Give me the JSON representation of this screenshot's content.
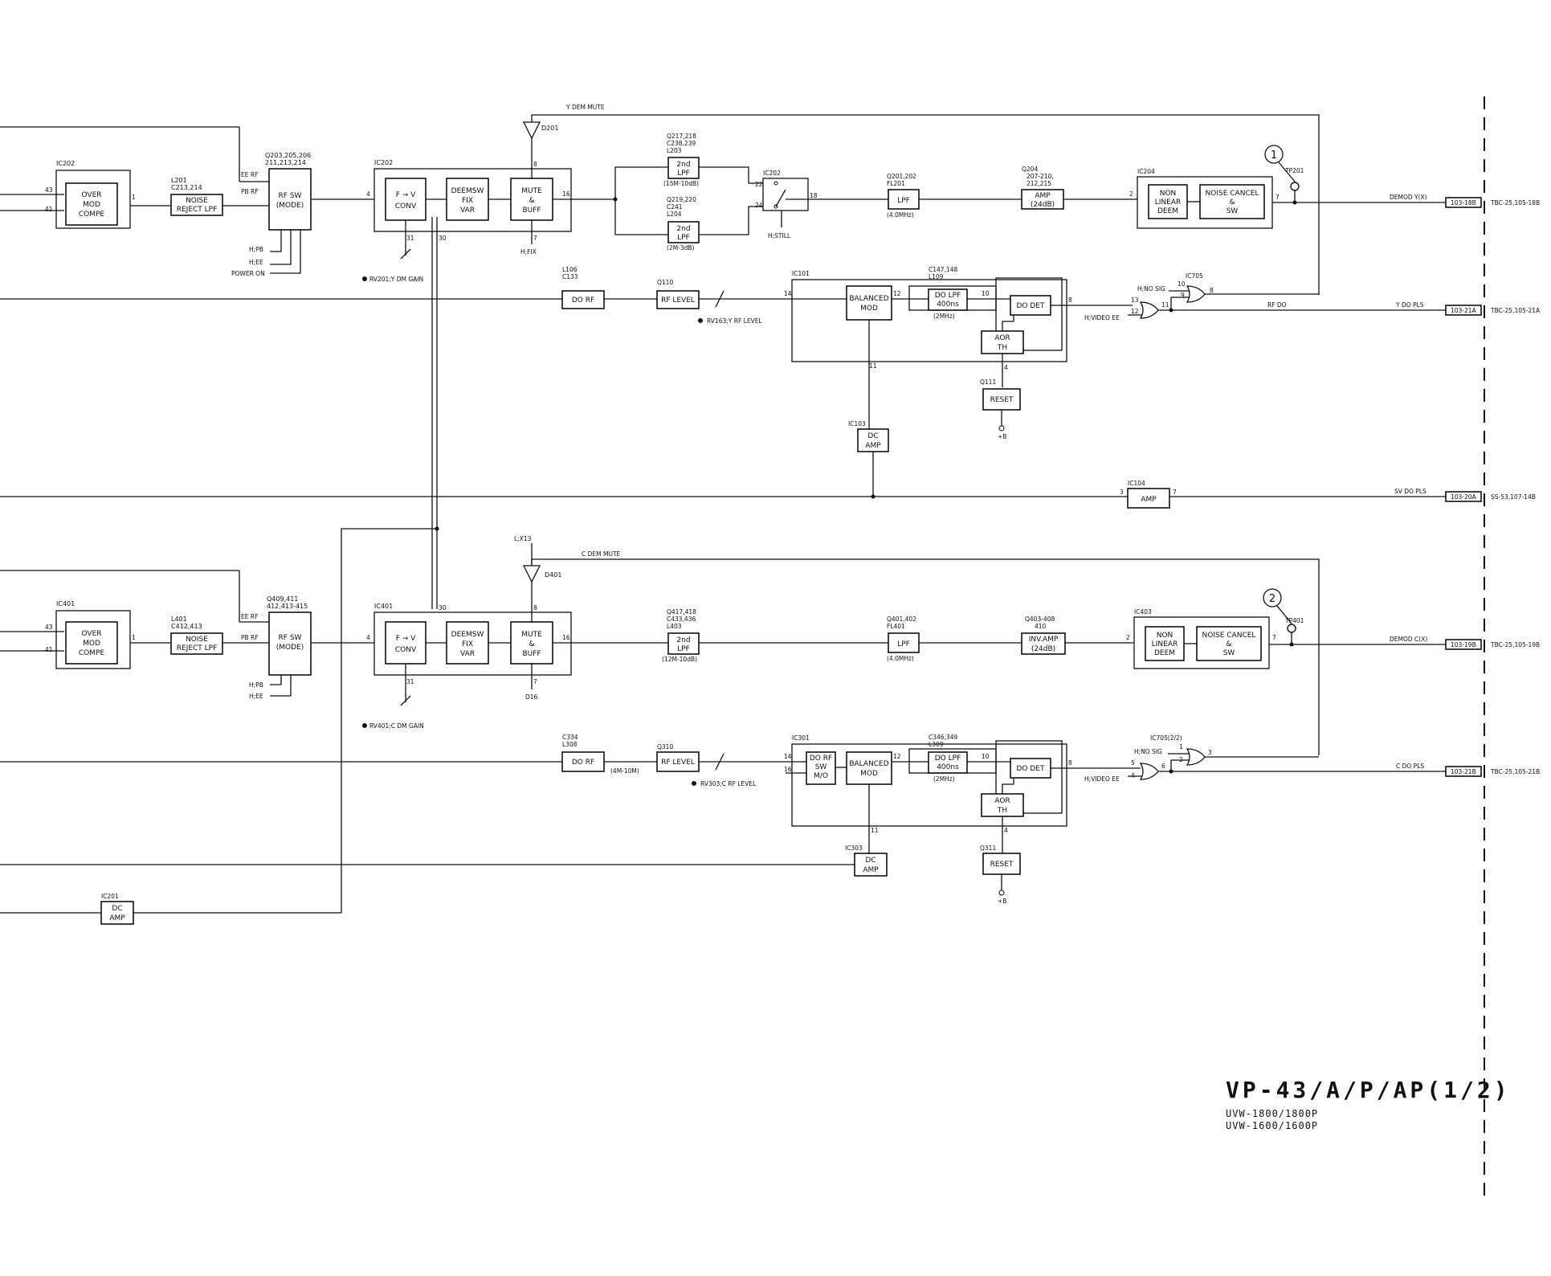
{
  "title": "VP-43/A/P/AP(1/2)",
  "models": [
    "UVW-1800/1800P",
    "UVW-1600/1600P"
  ],
  "y_channel": {
    "over_mod": {
      "ref": "IC202",
      "lines": [
        "OVER",
        "MOD",
        "COMPE"
      ],
      "pin_in_a": "43",
      "pin_in_b": "41",
      "pin_out": "1"
    },
    "noise_reject": {
      "ref": "L201\nC213,214",
      "ref1": "L201",
      "ref2": "C213,214",
      "lines": [
        "NOISE",
        "REJECT LPF"
      ]
    },
    "rf_sw": {
      "ref1": "Q203,205,206",
      "ref2": "211,213,214",
      "lines": [
        "RF SW",
        "(MODE)"
      ],
      "ee_rf": "EE RF",
      "pb_rf": "PB RF",
      "ctrl": [
        "H;PB",
        "H;EE",
        "POWER ON"
      ]
    },
    "ic202": {
      "ref": "IC202",
      "fv": [
        "F → V",
        "CONV"
      ],
      "deemsw": [
        "DEEMSW",
        "FIX",
        "VAR"
      ],
      "mute": [
        "MUTE",
        "&",
        "BUFF"
      ],
      "pins": {
        "in": "4",
        "p31": "31",
        "p30": "30",
        "p8": "8",
        "p7": "7",
        "p16": "16"
      },
      "hfix": "H;FIX",
      "gain": "RV201;Y DM GAIN"
    },
    "d201": "D201",
    "y_dem_mute": "Y DEM MUTE",
    "lpf_a": {
      "ref": [
        "Q217,218",
        "C238,239",
        "L203"
      ],
      "lines": [
        "2nd",
        "LPF"
      ],
      "note": "(15M-10dB)"
    },
    "lpf_b": {
      "ref": [
        "Q219,220",
        "C241",
        "L204"
      ],
      "lines": [
        "2nd",
        "LPF"
      ],
      "note": "(2M-3dB)"
    },
    "still_sw": {
      "ref": "IC202",
      "p22": "22",
      "p24": "24",
      "p18": "18",
      "ctrl": "H;STILL"
    },
    "lpf": {
      "ref": [
        "Q201,202",
        "FL201"
      ],
      "label": "LPF",
      "note": "(4.0MHz)"
    },
    "amp": {
      "ref": [
        "Q204",
        "207-210,",
        "212,215"
      ],
      "lines": [
        "AMP",
        "(24dB)"
      ]
    },
    "ic204": {
      "ref": "IC204",
      "nl": [
        "NON",
        "LINEAR",
        "DEEM"
      ],
      "nc": [
        "NOISE CANCEL",
        "&",
        "SW"
      ],
      "pin_in": "2",
      "pin_out": "7"
    },
    "tp": {
      "num": "1",
      "ref": "TP201"
    },
    "out_label": "DEMOD Y(X)",
    "connector": "103-18B",
    "dest": "TBC-25,105-18B"
  },
  "y_do": {
    "do_rf": {
      "ref": [
        "L106",
        "C133"
      ],
      "label": "DO RF"
    },
    "rf_level": {
      "ref": "Q110",
      "label": "RF LEVEL",
      "adj": "RV163;Y RF LEVEL"
    },
    "ic101": {
      "ref": "IC101",
      "bal": [
        "BALANCED",
        "MOD"
      ],
      "p14": "14",
      "p12": "12",
      "p10": "10",
      "p11": "11",
      "p8": "8",
      "p4": "4"
    },
    "do_lpf": {
      "ref": [
        "C147,148",
        "L109"
      ],
      "lines": [
        "DO LPF",
        "400ns"
      ],
      "note": "(2MHz)"
    },
    "do_det": "DO DET",
    "aor": [
      "AOR",
      "TH"
    ],
    "reset": {
      "ref": "Q111",
      "label": "RESET",
      "supply": "+B"
    },
    "dc_amp": {
      "ref": "IC103",
      "lines": [
        "DC",
        "AMP"
      ]
    },
    "ic705": {
      "ref": "IC705",
      "h_no_sig": "H;NO SIG",
      "h_video_ee": "H;VIDEO EE",
      "p10": "10",
      "p9": "9",
      "p8": "8",
      "p13": "13",
      "p12": "12",
      "p11": "11"
    },
    "rf_do": "RF DO",
    "out_label": "Y DO PLS",
    "connector": "103-21A",
    "dest": "TBC-25,105-21A"
  },
  "sv": {
    "ic104": {
      "ref": "IC104",
      "label": "AMP",
      "p3": "3",
      "p7": "7"
    },
    "out_label": "SV DO PLS",
    "connector": "103-20A",
    "dest": "SS-53,107-14B"
  },
  "c_channel": {
    "over_mod": {
      "ref": "IC401",
      "lines": [
        "OVER",
        "MOD",
        "COMPE"
      ],
      "pin_in_a": "43",
      "pin_in_b": "41",
      "pin_out": "1"
    },
    "noise_reject": {
      "ref1": "L401",
      "ref2": "C412,413",
      "lines": [
        "NOISE",
        "REJECT LPF"
      ]
    },
    "rf_sw": {
      "ref1": "Q409,411",
      "ref2": "412,413-415",
      "lines": [
        "RF SW",
        "(MODE)"
      ],
      "ee_rf": "EE RF",
      "pb_rf": "PB RF",
      "ctrl": [
        "H;PB",
        "H;EE"
      ]
    },
    "ic401": {
      "ref": "IC401",
      "fv": [
        "F → V",
        "CONV"
      ],
      "deemsw": [
        "DEEMSW",
        "FIX",
        "VAR"
      ],
      "mute": [
        "MUTE",
        "&",
        "BUFF"
      ],
      "pins": {
        "in": "4",
        "p31": "31",
        "p30": "30",
        "p8": "8",
        "p7": "7",
        "p16": "16"
      },
      "d16": "D16",
      "gain": "RV401;C DM GAIN"
    },
    "lx13": "L;X13",
    "d401": "D401",
    "c_dem_mute": "C DEM MUTE",
    "lpf_a": {
      "ref": [
        "Q417,418",
        "C433,436",
        "L403"
      ],
      "lines": [
        "2nd",
        "LPF"
      ],
      "note": "(12M-10dB)"
    },
    "lpf": {
      "ref": [
        "Q401,402",
        "FL401"
      ],
      "label": "LPF",
      "note": "(4.0MHz)"
    },
    "amp": {
      "ref": [
        "Q403-408",
        "410"
      ],
      "lines": [
        "INV.AMP",
        "(24dB)"
      ]
    },
    "ic403": {
      "ref": "IC403",
      "nl": [
        "NON",
        "LINEAR",
        "DEEM"
      ],
      "nc": [
        "NOISE CANCEL",
        "&",
        "SW"
      ],
      "pin_in": "2",
      "pin_out": "7"
    },
    "tp": {
      "num": "2",
      "ref": "TP401"
    },
    "out_label": "DEMOD C(X)",
    "connector": "103-19B",
    "dest": "TBC-25,105-19B"
  },
  "c_do": {
    "do_rf": {
      "ref": [
        "C334",
        "L308"
      ],
      "label": "DO RF",
      "note": "(4M-10M)"
    },
    "rf_level": {
      "ref": "Q310",
      "label": "RF LEVEL",
      "adj": "RV303;C RF LEVEL"
    },
    "ic301": {
      "ref": "IC301",
      "sw": [
        "DO RF",
        "SW",
        "M/O"
      ],
      "bal": [
        "BALANCED",
        "MOD"
      ],
      "p14": "14",
      "p16": "16",
      "p12": "12",
      "p10": "10",
      "p11": "11",
      "p8": "8",
      "p4": "4"
    },
    "do_lpf": {
      "ref": [
        "C346,349",
        "L309"
      ],
      "lines": [
        "DO LPF",
        "400ns"
      ],
      "note": "(2MHz)"
    },
    "do_det": "DO DET",
    "aor": [
      "AOR",
      "TH"
    ],
    "reset": {
      "ref": "Q311",
      "label": "RESET",
      "supply": "+B"
    },
    "dc_amp": {
      "ref": "IC303",
      "lines": [
        "DC",
        "AMP"
      ]
    },
    "ic705": {
      "ref": "IC705(2/2)",
      "h_no_sig": "H;NO SIG",
      "h_video_ee": "H;VIDEO EE",
      "p1": "1",
      "p2": "2",
      "p3": "3",
      "p5": "5",
      "p4": "4",
      "p6": "6"
    },
    "out_label": "C DO PLS",
    "connector": "103-21B",
    "dest": "TBC-25,105-21B"
  },
  "ic201": {
    "ref": "IC201",
    "lines": [
      "DC",
      "AMP"
    ]
  }
}
